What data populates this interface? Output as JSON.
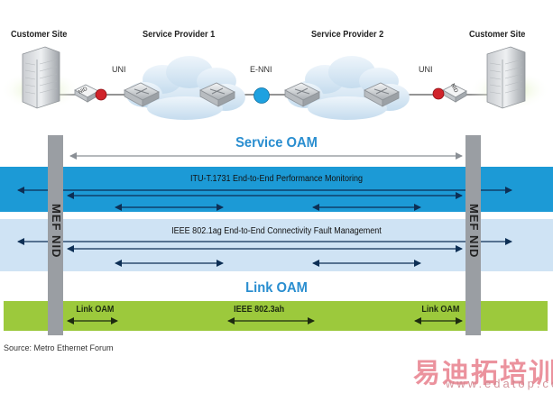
{
  "top": {
    "customer_site_left": "Customer Site",
    "service_provider_1": "Service Provider 1",
    "service_provider_2": "Service Provider 2",
    "customer_site_right": "Customer Site",
    "uni_left": "UNI",
    "enni": "E-NNI",
    "uni_right": "UNI",
    "nid_left": "NID",
    "nid_right": "NID"
  },
  "bands": {
    "service_oam_title": "Service OAM",
    "itu_title": "ITU-T.1731 End-to-End Performance Monitoring",
    "ieee_cfm_title": "IEEE 802.1ag End-to-End Connectivity Fault Management",
    "link_oam_title": "Link OAM",
    "link_oam_left": "Link OAM",
    "ieee_ah": "IEEE 802.3ah",
    "link_oam_right": "Link OAM"
  },
  "mef_nid_left": "MEF NID",
  "mef_nid_right": "MEF NID",
  "source": "Source: Metro Ethernet Forum",
  "watermark": {
    "chinese": "易迪拓培训",
    "url": "www.edatop.com"
  },
  "colors": {
    "accent_blue": "#2a8ed0",
    "dark_blue_band": "#1c9ad6",
    "light_blue_band": "#cfe3f4",
    "green_band": "#9cc93c",
    "nid_bar": "#9a9ea3",
    "red_dot": "#d0232a",
    "enni_dot": "#1ea1e0"
  }
}
